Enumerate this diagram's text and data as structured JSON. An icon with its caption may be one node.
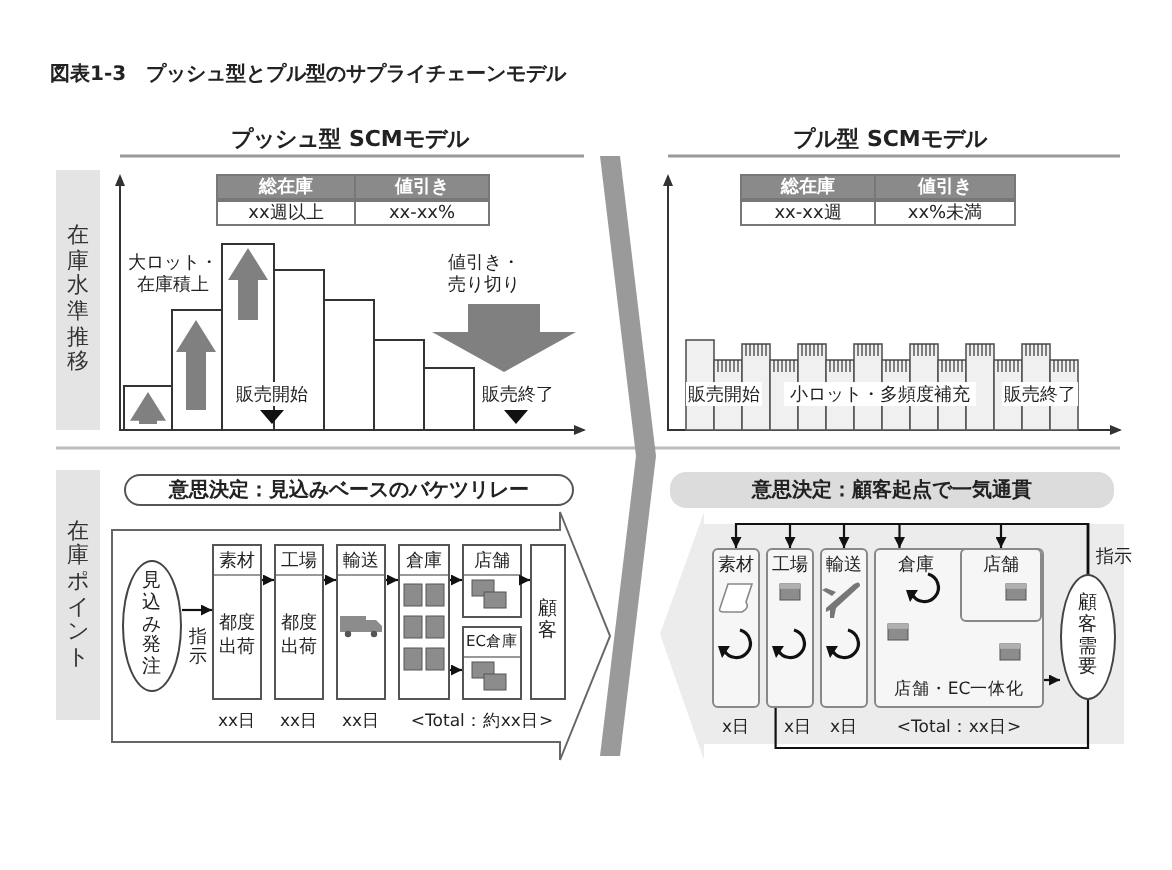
{
  "diagram": {
    "title": "図表1-3　プッシュ型とプル型のサプライチェーンモデル",
    "nodes": [
      {
        "text": [
          "意思決定：見込みベースのバケツリレー"
        ]
      },
      {
        "text": [],
        "shape": "arrow"
      },
      {
        "text": [
          "見込み発注"
        ],
        "in": 1
      },
      {
        "text": [
          "素材",
          "都度出荷"
        ],
        "in": 1
      },
      {
        "text": [
          "工場",
          "都度出荷"
        ],
        "in": 1
      },
      {
        "text": [
          "輸送"
        ],
        "in": 1
      },
      {
        "text": [
          "倉庫"
        ],
        "in": 1
      },
      {
        "text": [
          "店舗"
        ],
        "in": 1
      },
      {
        "text": [
          "EC倉庫"
        ],
        "in": 1
      },
      {
        "text": [
          "顧客"
        ],
        "in": 1
      },
      {
        "text": [],
        "shape": "chevron"
      },
      {
        "text": [
          "意思決定：顧客起点で一気通貫"
        ]
      },
      {
        "text": [],
        "shape": "arrow"
      },
      {
        "text": [
          "素材"
        ],
        "in": 12
      },
      {
        "text": [
          "工場"
        ],
        "in": 12
      },
      {
        "text": [
          "輸送"
        ],
        "in": 12
      },
      {
        "text": [
          "倉庫",
          "店舗・EC一体化"
        ],
        "in": 12
      },
      {
        "text": [
          "店舗"
        ],
        "in": 16
      },
      {
        "text": [
          "顧客需要"
        ],
        "beside": [
          "指示"
        ],
        "in": 12
      }
    ],
    "edges": [
      {
        "from": 2,
        "to": 3,
        "arrow": "to",
        "label": "指示"
      },
      {
        "from": 3,
        "to": 4,
        "arrow": "to"
      },
      {
        "from": 4,
        "to": 5,
        "arrow": "to"
      },
      {
        "from": 5,
        "to": 6,
        "arrow": "to"
      },
      {
        "from": 6,
        "to": 7,
        "arrow": "to"
      },
      {
        "from": 6,
        "to": 8,
        "arrow": "to"
      },
      {
        "from": 7,
        "to": 9,
        "arrow": "to"
      },
      {
        "from": 18,
        "to": 13,
        "arrow": "to"
      },
      {
        "from": 18,
        "to": 14,
        "arrow": "to"
      },
      {
        "from": 18,
        "to": 15,
        "arrow": "to"
      },
      {
        "from": 18,
        "to": 16,
        "arrow": "to"
      },
      {
        "from": 18,
        "to": 17,
        "arrow": "to"
      },
      {
        "from": 16,
        "to": 18,
        "arrow": "to"
      },
      {
        "from": 18,
        "to": 14,
        "arrow": "none"
      }
    ],
    "labels": [
      "プッシュ型 SCMモデル",
      "プル型 SCMモデル",
      "在庫水準推移",
      "総在庫",
      "値引き",
      "xx週以上",
      "xx-xx%",
      "総在庫",
      "値引き",
      "xx-xx週",
      "xx%未満",
      "大ロット・在庫積上",
      "値引き・売り切り",
      "販売開始",
      "販売終了",
      "販売開始",
      "小ロット・多頻度補充",
      "販売終了",
      "在庫ポイント",
      "xx日",
      "xx日",
      "xx日",
      "<Total：約xx日>",
      "x日",
      "x日",
      "x日",
      "<Total：xx日>"
    ]
  }
}
